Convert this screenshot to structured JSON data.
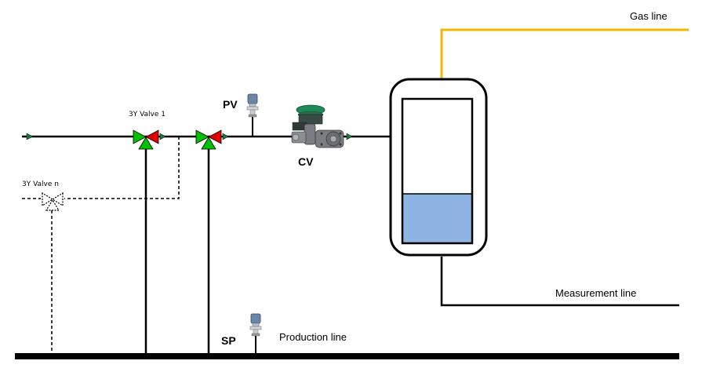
{
  "labels": {
    "gas_line": "Gas line",
    "measurement_line": "Measurement line",
    "production_line": "Production line",
    "valve_1": "3Y Valve 1",
    "valve_n": "3Y Valve n",
    "pv": "PV",
    "sp": "SP",
    "cv": "CV"
  },
  "colors": {
    "pipe": "#000000",
    "gas_line": "#f5b800",
    "liquid": "#8db4e2",
    "valve_open": "#00c000",
    "valve_closed": "#e00000"
  },
  "icons": {
    "pressure_transmitter": "pressure-transmitter-icon",
    "control_valve": "control-valve-icon",
    "three_way_valve": "three-way-valve-icon",
    "flow_arrow": "flow-arrow-icon"
  }
}
